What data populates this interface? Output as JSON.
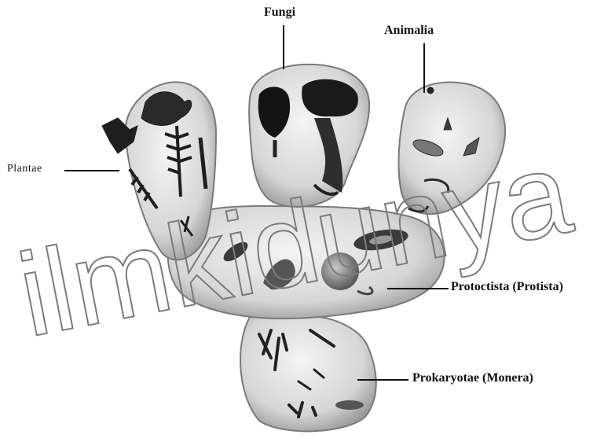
{
  "diagram": {
    "labels": {
      "fungi": "Fungi",
      "animalia": "Animalia",
      "plantae": "Plantae",
      "protoctista": "Protoctista (Protista)",
      "prokaryotae": "Prokaryotae (Monera)"
    },
    "watermark": "ilmkidunya"
  },
  "colors": {
    "background": "#ffffff",
    "ink": "#111111",
    "body_fill": "#e6e6e6",
    "shadow": "#a9a9a9",
    "dark": "#1e1e1e"
  }
}
